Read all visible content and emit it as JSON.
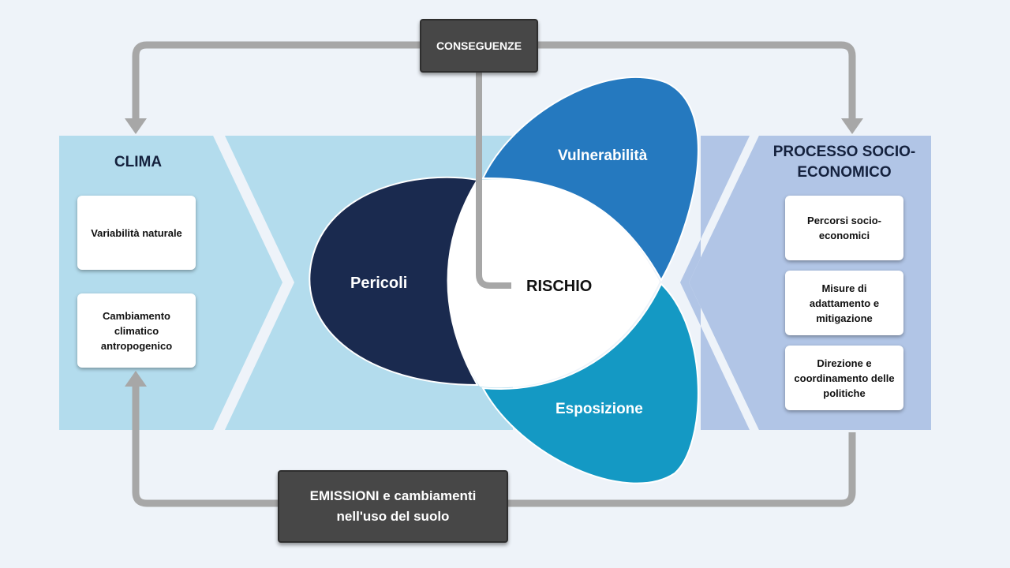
{
  "clima": {
    "title": "CLIMA",
    "items": [
      "Variabilità naturale",
      "Cambiamento climatico antropogenico"
    ]
  },
  "socio": {
    "title": "PROCESSO SOCIO-ECONOMICO",
    "items": [
      "Percorsi socio-economici",
      "Misure di adattamento e mitigazione",
      "Direzione e coordinamento delle politiche"
    ]
  },
  "center": {
    "risk": "RISCHIO",
    "hazards": "Pericoli",
    "vulnerability": "Vulnerabilità",
    "exposure": "Esposizione"
  },
  "consequences": "CONSEGUENZE",
  "emissions": "EMISSIONI e cambiamenti nell'uso del suolo",
  "colors": {
    "clima_panel": "#b3dced",
    "socio_panel": "#b1c5e6",
    "hazards": "#1a2a4f",
    "vulnerability": "#2579bf",
    "exposure": "#1499c4",
    "connector": "#a7a7a7",
    "dark_box": "#474747"
  }
}
